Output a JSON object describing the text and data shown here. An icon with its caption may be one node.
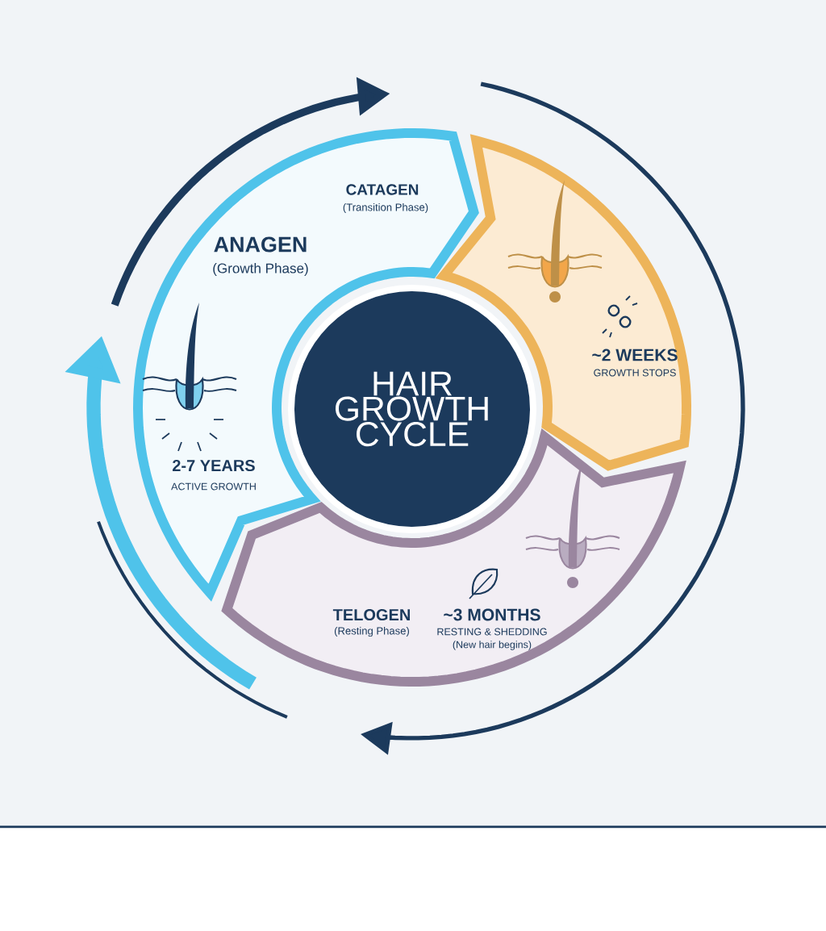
{
  "diagram": {
    "nodes": [
      {
        "text": [
          "HAIR GROWTH CYCLE"
        ]
      },
      {
        "text": [
          "ANAGEN",
          "(Growth Phase)",
          "2-7 YEARS",
          "ACTIVE GROWTH"
        ]
      },
      {
        "text": [
          "~2 WEEKS",
          "GROWTH STOPS"
        ]
      },
      {
        "text": [
          "TELOGEN",
          "(Resting Phase)",
          "~3 MONTHS",
          "RESTING & SHEDDING",
          "(New hair begins)"
        ]
      }
    ],
    "labels": [
      "CATAGEN",
      "(Transition Phase)"
    ]
  }
}
